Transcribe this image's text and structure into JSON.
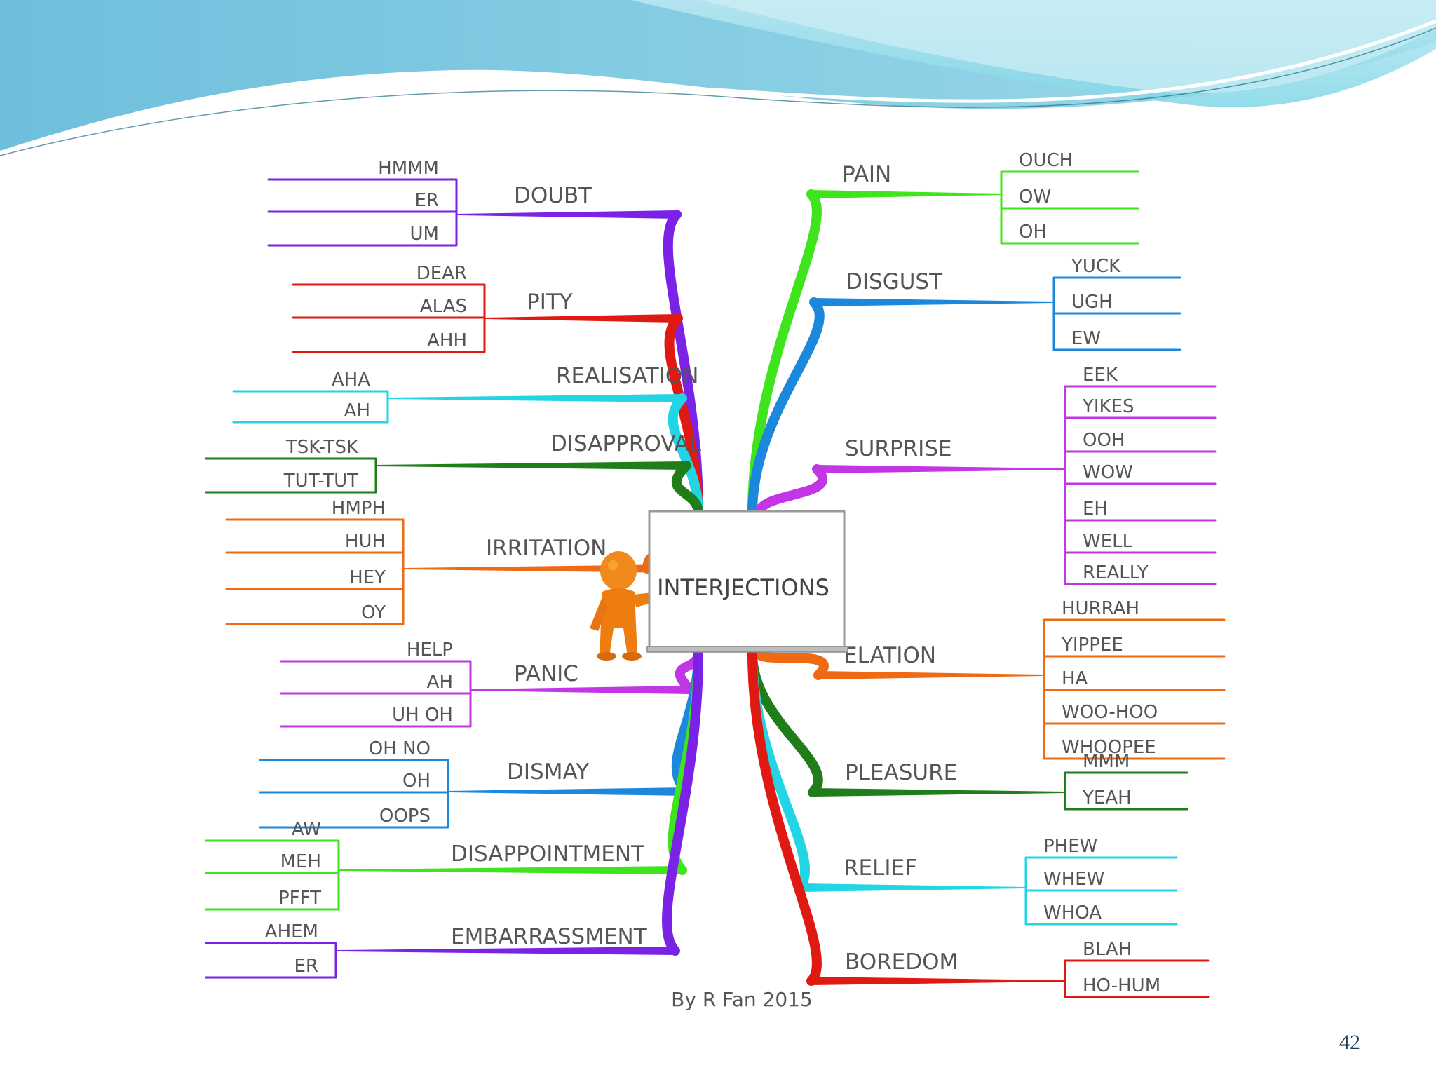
{
  "slide": {
    "page_number": "42",
    "credit": "By R Fan 2015"
  },
  "center": {
    "label": "INTERJECTIONS"
  },
  "colors": {
    "purple": "#7a22e6",
    "red": "#e01a12",
    "cyan": "#22d4e4",
    "darkgreen": "#1f7d1a",
    "orange": "#ee6a14",
    "magenta": "#c236e6",
    "blue": "#1c88dc",
    "green": "#3fe41c",
    "header_top": "#5fb8d8",
    "header_light": "#a6e2ef"
  },
  "branches": [
    {
      "name": "DOUBT",
      "color": "purple",
      "side": "left",
      "words": [
        "HMMM",
        "ER",
        "UM"
      ]
    },
    {
      "name": "PITY",
      "color": "red",
      "side": "left",
      "words": [
        "DEAR",
        "ALAS",
        "AHH"
      ]
    },
    {
      "name": "REALISATION",
      "color": "cyan",
      "side": "left",
      "words": [
        "AHA",
        "AH"
      ]
    },
    {
      "name": "DISAPPROVAL",
      "color": "darkgreen",
      "side": "left",
      "words": [
        "TSK-TSK",
        "TUT-TUT"
      ]
    },
    {
      "name": "IRRITATION",
      "color": "orange",
      "side": "left",
      "words": [
        "HMPH",
        "HUH",
        "HEY",
        "OY"
      ]
    },
    {
      "name": "PANIC",
      "color": "magenta",
      "side": "left",
      "words": [
        "HELP",
        "AH",
        "UH OH"
      ]
    },
    {
      "name": "DISMAY",
      "color": "blue",
      "side": "left",
      "words": [
        "OH NO",
        "OH",
        "OOPS"
      ]
    },
    {
      "name": "DISAPPOINTMENT",
      "color": "green",
      "side": "left",
      "words": [
        "AW",
        "MEH",
        "PFFT"
      ]
    },
    {
      "name": "EMBARRASSMENT",
      "color": "purple",
      "side": "left",
      "words": [
        "AHEM",
        "ER"
      ]
    },
    {
      "name": "PAIN",
      "color": "green",
      "side": "right",
      "words": [
        "OUCH",
        "OW",
        "OH"
      ]
    },
    {
      "name": "DISGUST",
      "color": "blue",
      "side": "right",
      "words": [
        "YUCK",
        "UGH",
        "EW"
      ]
    },
    {
      "name": "SURPRISE",
      "color": "magenta",
      "side": "right",
      "words": [
        "EEK",
        "YIKES",
        "OOH",
        "WOW",
        "EH",
        "WELL",
        "REALLY"
      ]
    },
    {
      "name": "ELATION",
      "color": "orange",
      "side": "right",
      "words": [
        "HURRAH",
        "YIPPEE",
        "HA",
        "WOO-HOO",
        "WHOOPEE"
      ]
    },
    {
      "name": "PLEASURE",
      "color": "darkgreen",
      "side": "right",
      "words": [
        "MMM",
        "YEAH"
      ]
    },
    {
      "name": "RELIEF",
      "color": "cyan",
      "side": "right",
      "words": [
        "PHEW",
        "WHEW",
        "WHOA"
      ]
    },
    {
      "name": "BOREDOM",
      "color": "red",
      "side": "right",
      "words": [
        "BLAH",
        "HO-HUM"
      ]
    }
  ]
}
